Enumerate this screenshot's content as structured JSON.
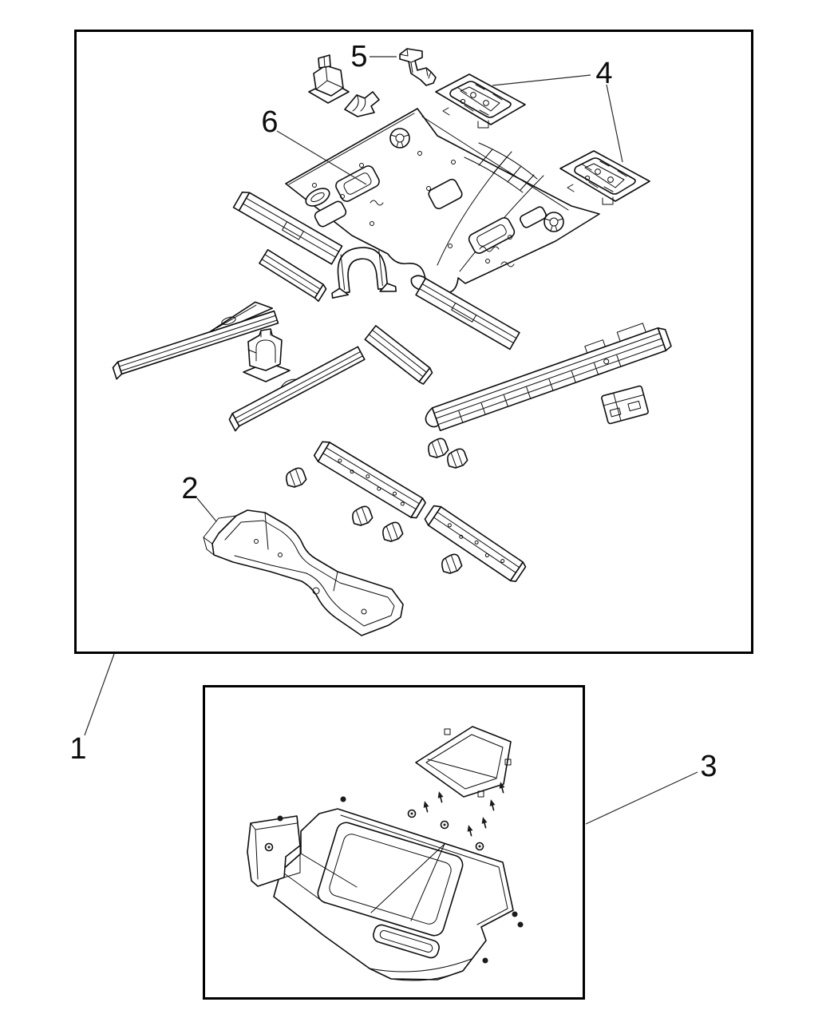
{
  "diagram": {
    "type": "exploded-parts-diagram",
    "background": "#ffffff",
    "line_color": "#0d0d0d",
    "callouts": [
      {
        "label": "1"
      },
      {
        "label": "2"
      },
      {
        "label": "3"
      },
      {
        "label": "4"
      },
      {
        "label": "5"
      },
      {
        "label": "6"
      }
    ]
  }
}
